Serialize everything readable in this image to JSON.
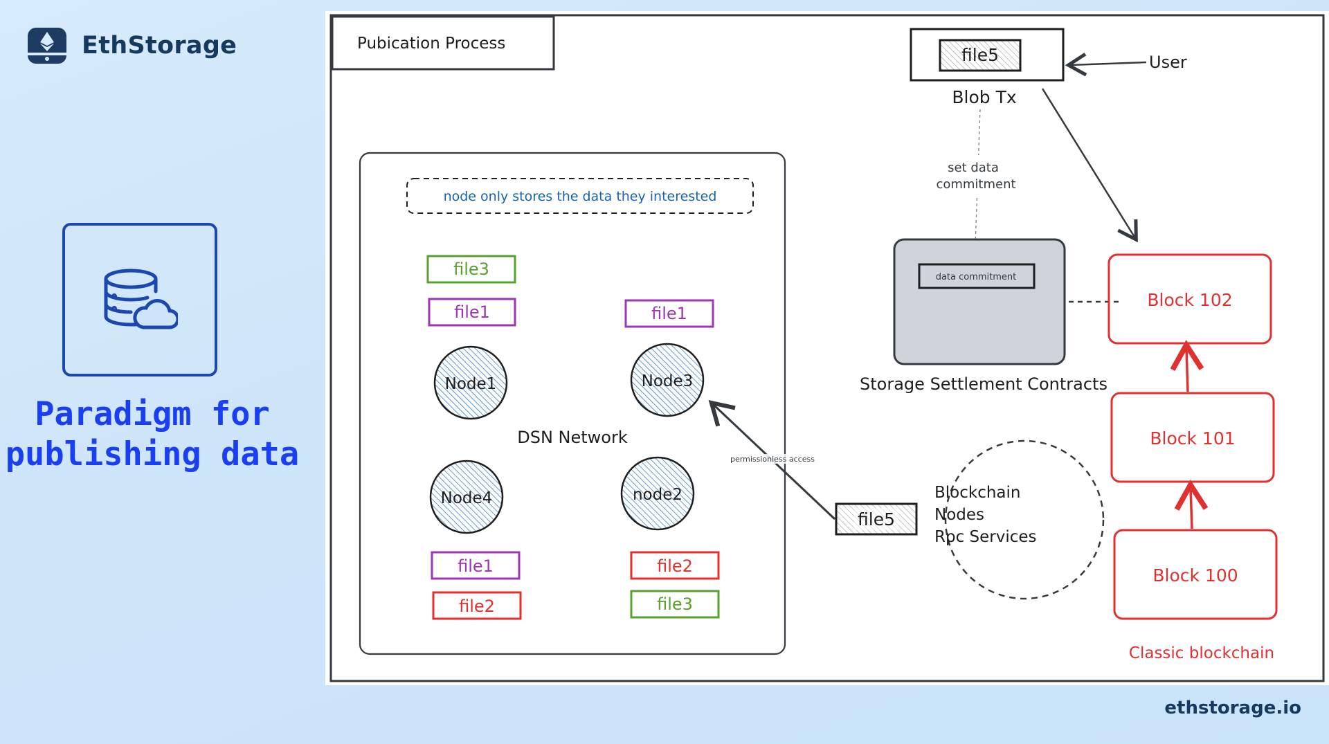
{
  "brand": {
    "name": "EthStorage",
    "logo_icon": "eth-drive-icon"
  },
  "sidebar": {
    "card_icon": "database-cloud-icon",
    "headline_line1": "Paradigm for",
    "headline_line2": "publishing data"
  },
  "footer": {
    "url": "ethstorage.io"
  },
  "diagram": {
    "title": "Pubication Process",
    "note": "node only stores the data they interested",
    "dsn_label": "DSN Network",
    "nodes": [
      "Node1",
      "Node3",
      "Node4",
      "node2"
    ],
    "files": {
      "n1_top": "file3",
      "n1_mid": "file1",
      "n3_top": "file1",
      "n4_a": "file1",
      "n4_b": "file2",
      "n2_a": "file2",
      "n2_b": "file3",
      "user_file": "file5",
      "rpc_file": "file5"
    },
    "blob_tx": "Blob Tx",
    "user": "User",
    "set_commit_1": "set data",
    "set_commit_2": "commitment",
    "data_commitment": "data commitment",
    "storage_contracts": "Storage Settlement Contracts",
    "permissionless": "permissionless access",
    "rpc_1": "Blockchain",
    "rpc_2": "Nodes",
    "rpc_3": "Rpc Services",
    "blocks": [
      "Block 102",
      "Block 101",
      "Block 100"
    ],
    "classic": "Classic blockchain",
    "colors": {
      "green": "#5aa02c",
      "purple": "#9c36b5",
      "red": "#e03131",
      "blue": "#1971c2",
      "ink": "#1e1e1e",
      "node_fill": "#a5d8ff"
    }
  }
}
